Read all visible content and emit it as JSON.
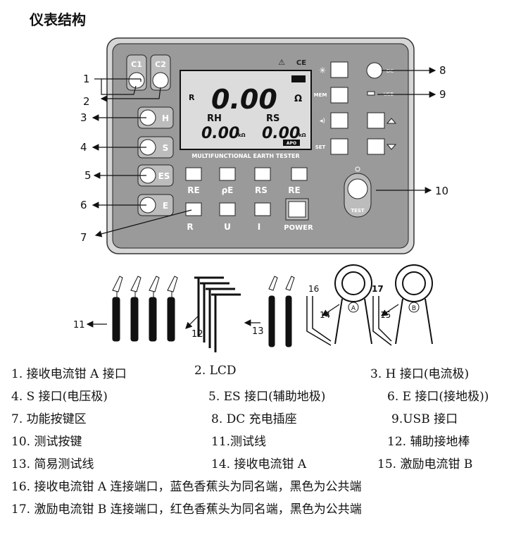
{
  "title": "仪表结构",
  "device": {
    "sockets": [
      "C1",
      "C2",
      "H",
      "S",
      "ES",
      "E"
    ],
    "lcd": {
      "r_label": "R",
      "main_reading": "0.00",
      "main_unit": "Ω",
      "rh_label": "RH",
      "rh_reading": "0.00",
      "rh_unit": "kΩ",
      "rs_label": "RS",
      "rs_reading": "0.00",
      "rs_unit": "kΩ",
      "apo": "APO",
      "brand": "MULTIFUNCTIONAL EARTH TESTER"
    },
    "side_labels": {
      "mem": "MEM",
      "set": "SET",
      "dc": "DC",
      "usb": "USB"
    },
    "func_keys_row1": [
      "RE",
      "ρE",
      "RS",
      "RE"
    ],
    "func_keys_row2": [
      "R",
      "U",
      "I"
    ],
    "power_label": "POWER",
    "test_label": "TEST",
    "warn_symbol": "⚠",
    "ce_symbol": "CE"
  },
  "callouts": {
    "n1": "1",
    "n2": "2",
    "n3": "3",
    "n4": "4",
    "n5": "5",
    "n6": "6",
    "n7": "7",
    "n8": "8",
    "n9": "9",
    "n10": "10",
    "n11": "11",
    "n12": "12",
    "n13": "13",
    "n14": "14",
    "n15": "15",
    "n16": "16",
    "n17": "17"
  },
  "clamp_letters": {
    "a": "A",
    "b": "B"
  },
  "legend": {
    "r1": [
      "1. 接收电流钳 A 接口",
      "2. LCD",
      "3. H 接口(电流极)"
    ],
    "r2": [
      "4. S 接口(电压极)",
      "5. ES 接口(辅助地极)",
      "6. E 接口(接地极))"
    ],
    "r3": [
      "7. 功能按键区",
      "8. DC 充电插座",
      "9.USB 接口"
    ],
    "r4": [
      "10. 测试按键",
      "11.测试线",
      "12. 辅助接地棒"
    ],
    "r5": [
      "13. 简易测试线",
      "14. 接收电流钳 A",
      "15. 激励电流钳 B"
    ],
    "r6": "16. 接收电流钳 A 连接端口，蓝色香蕉头为同名端，黑色为公共端",
    "r7": "17. 激励电流钳 B 连接端口，红色香蕉头为同名端，黑色为公共端"
  }
}
